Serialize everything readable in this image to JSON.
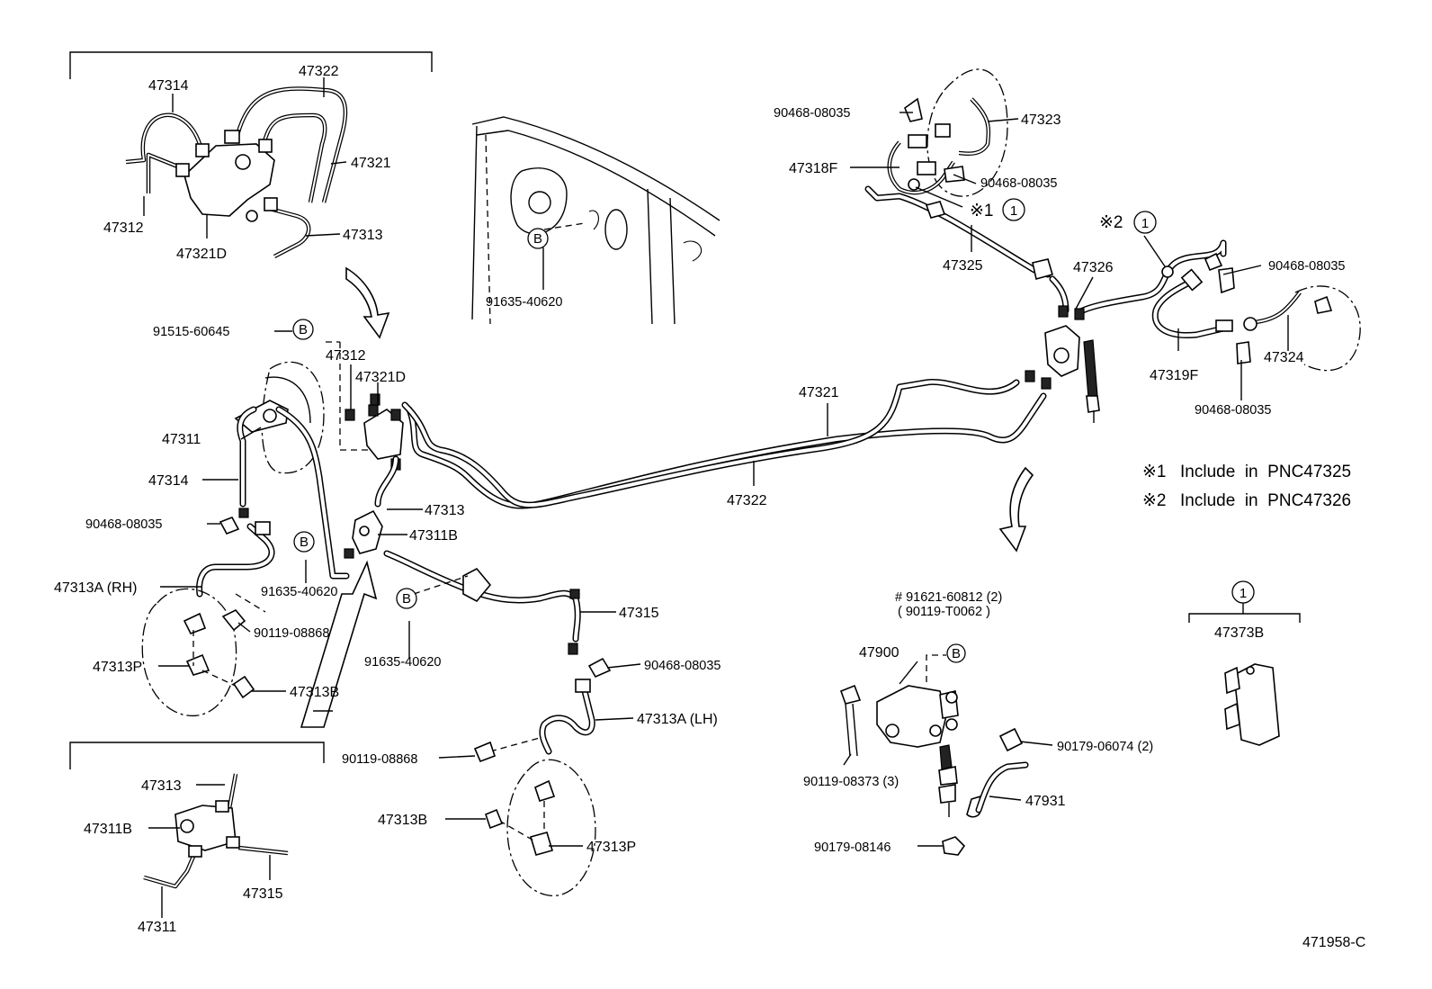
{
  "drawing_id": "471958-C",
  "notes": [
    {
      "mark": "※1",
      "text": "Include  in  PNC47325"
    },
    {
      "mark": "※2",
      "text": "Include  in  PNC47326"
    }
  ],
  "labels": {
    "p47314_top": "47314",
    "p47322_top": "47322",
    "p47321_top": "47321",
    "p47312_top": "47312",
    "p47321D_top": "47321D",
    "p47313_top": "47313",
    "b_91635_engine": "91635-40620",
    "p91515": "91515-60645",
    "p47312_mid": "47312",
    "p47321D_mid": "47321D",
    "p47311_mid": "47311",
    "p47314_mid": "47314",
    "p90468_left": "90468-08035",
    "p47313_mid": "47313",
    "p47311B_mid": "47311B",
    "p47313A_RH": "47313A (RH)",
    "b_91635_left": "91635-40620",
    "p90119_rh": "90119-08868",
    "p47313P_rh": "47313P",
    "p47313B_rh": "47313B",
    "b_91635_mid": "91635-40620",
    "p47315": "47315",
    "p90468_mid": "90468-08035",
    "p47313A_LH": "47313A (LH)",
    "p90119_lh": "90119-08868",
    "p47313B_lh": "47313B",
    "p47313P_lh": "47313P",
    "p47321_center": "47321",
    "p47322_center": "47322",
    "p47313_inset": "47313",
    "p47311B_inset": "47311B",
    "p47315_inset": "47315",
    "p47311_inset": "47311",
    "p90468_r1": "90468-08035",
    "p47323": "47323",
    "p47318F": "47318F",
    "p90468_r2": "90468-08035",
    "p47325": "47325",
    "p47326": "47326",
    "p90468_r3": "90468-08035",
    "p47319F": "47319F",
    "p47324": "47324",
    "p90468_r4": "90468-08035",
    "valve_part": "# 91621-60812 (2)",
    "valve_alt": "( 90119-T0062 )",
    "p47900": "47900",
    "p90119_08373": "90119-08373 (3)",
    "p90179_06074": "90179-06074 (2)",
    "p47931": "47931",
    "p90179_08146": "90179-08146",
    "p47373B": "47373B"
  },
  "callout_marks": {
    "b": "B",
    "one": "1",
    "ref1": "※1",
    "ref2": "※2"
  }
}
